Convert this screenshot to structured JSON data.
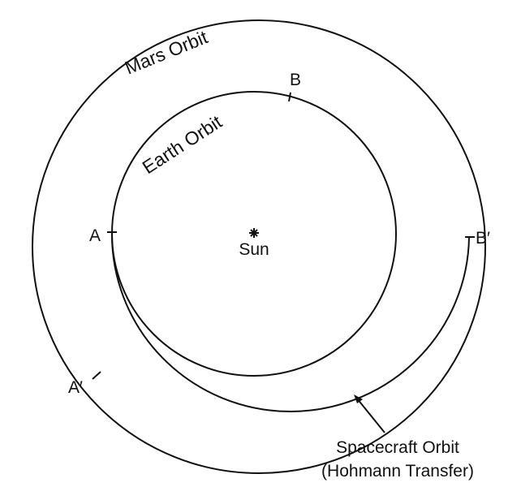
{
  "labels": {
    "mars_orbit": "Mars Orbit",
    "earth_orbit": "Earth Orbit",
    "sun": "Sun",
    "point_a": "A",
    "point_b": "B",
    "point_a_prime": "A′",
    "point_b_prime": "B′",
    "spacecraft_orbit": "Spacecraft Orbit",
    "hohmann_transfer": "(Hohmann Transfer)"
  },
  "colors": {
    "line": "#111111",
    "background": "#ffffff"
  }
}
